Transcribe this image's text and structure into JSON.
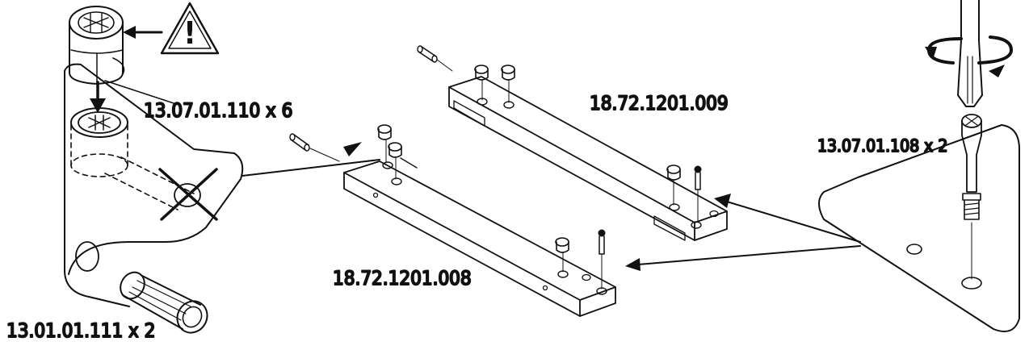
{
  "labels": {
    "cam_lock": "13.07.01.110 x 6",
    "dowel": "13.01.01.111 x 2",
    "rail_top": "18.72.1201.009",
    "rail_bottom": "18.72.1201.008",
    "cam_bolt": "13.07.01.108 x 2"
  },
  "warning_symbol": "!",
  "icons": [
    "warning-icon",
    "rotation-arrow-icon",
    "screwdriver-icon",
    "prohibited-cross-icon"
  ],
  "colors": {
    "line": "#111111",
    "background": "#ffffff"
  }
}
